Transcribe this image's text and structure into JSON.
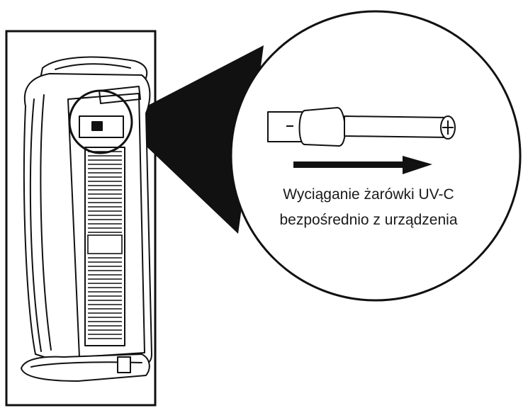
{
  "caption": {
    "line1": "Wyciąganie żarówki UV-C",
    "line2": "bezpośrednio z urządzenia"
  },
  "colors": {
    "ink": "#111111",
    "paper": "#ffffff",
    "shade": "#e8e8e8"
  },
  "icons": {
    "device": "air-purifier",
    "part": "uv-c-bulb",
    "direction": "arrow-right"
  }
}
